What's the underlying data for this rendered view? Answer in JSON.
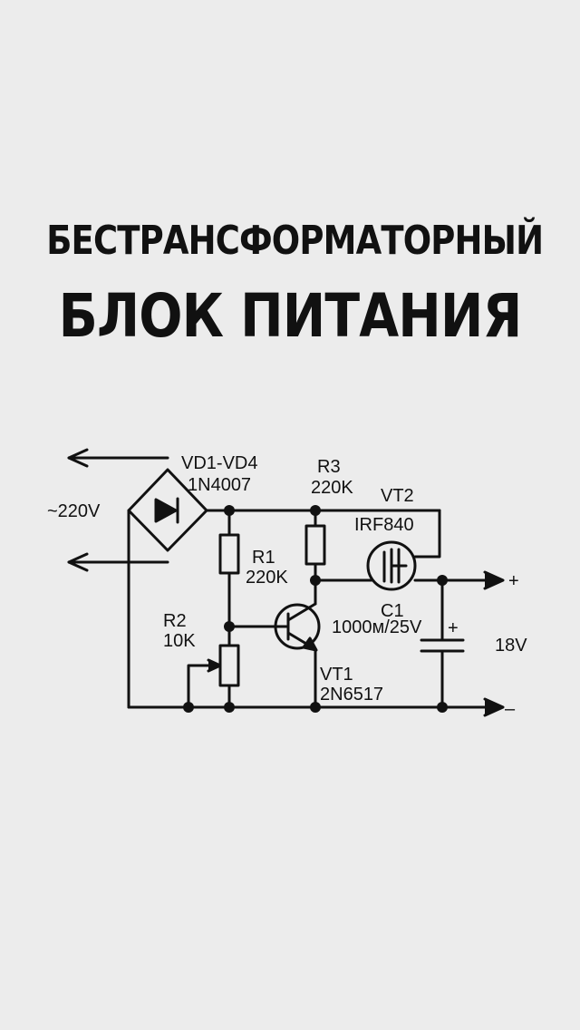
{
  "title": {
    "line1": "БЕСТРАНСФОРМАТОРНЫЙ",
    "line2": "БЛОК ПИТАНИЯ"
  },
  "schematic": {
    "input_voltage": "~220V",
    "bridge": {
      "ref": "VD1-VD4",
      "part": "1N4007"
    },
    "r1": {
      "ref": "R1",
      "value": "220K"
    },
    "r2": {
      "ref": "R2",
      "value": "10K"
    },
    "r3": {
      "ref": "R3",
      "value": "220K"
    },
    "vt1": {
      "ref": "VT1",
      "part": "2N6517"
    },
    "vt2": {
      "ref": "VT2",
      "part": "IRF840"
    },
    "c1": {
      "ref": "C1",
      "value": "1000м/25V",
      "polarity": "+"
    },
    "output": {
      "plus": "+",
      "minus": "–",
      "voltage": "18V"
    }
  }
}
